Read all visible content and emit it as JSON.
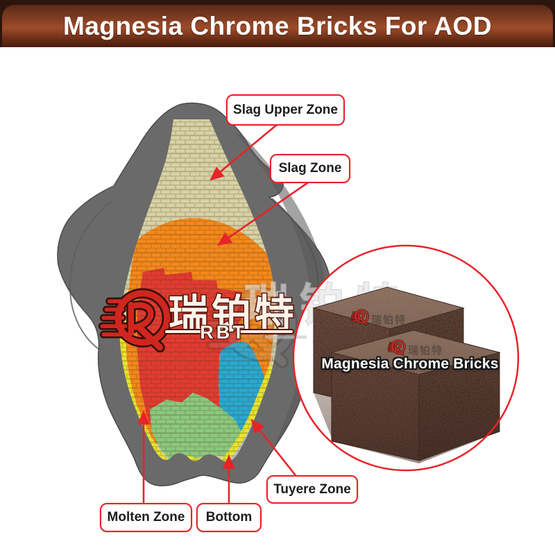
{
  "header": {
    "title": "Magnesia Chrome Bricks For AOD"
  },
  "diagram": {
    "labels": [
      {
        "id": "slag-upper-zone",
        "text": "Slag Upper Zone"
      },
      {
        "id": "slag-zone",
        "text": "Slag Zone"
      },
      {
        "id": "tuyere-zone",
        "text": "Tuyere Zone"
      },
      {
        "id": "molten-zone",
        "text": "Molten Zone"
      },
      {
        "id": "bottom-zone",
        "text": "Bottom"
      }
    ]
  },
  "inset": {
    "caption": "Magnesia Chrome Bricks"
  },
  "watermark": {
    "chinese": "瑞铂特",
    "latin": "RBT"
  },
  "colors": {
    "accent_red": "#e8232a",
    "header_dark": "#2c150c",
    "header_mid": "#9d4c2a",
    "shell_gray": "#6a6a6a",
    "shell_dark": "#575757",
    "lining_tan": "#d8d2a6",
    "zone_orange": "#f4881b",
    "zone_red": "#e23b31",
    "zone_blue": "#2aa8d0",
    "zone_green": "#8cc87e",
    "lining_yellow": "#e9e32e",
    "inner_gray": "#c2c2c2",
    "brick_front": "#4a302a",
    "brick_top": "#7d675c",
    "logo_red": "#cf2620"
  }
}
